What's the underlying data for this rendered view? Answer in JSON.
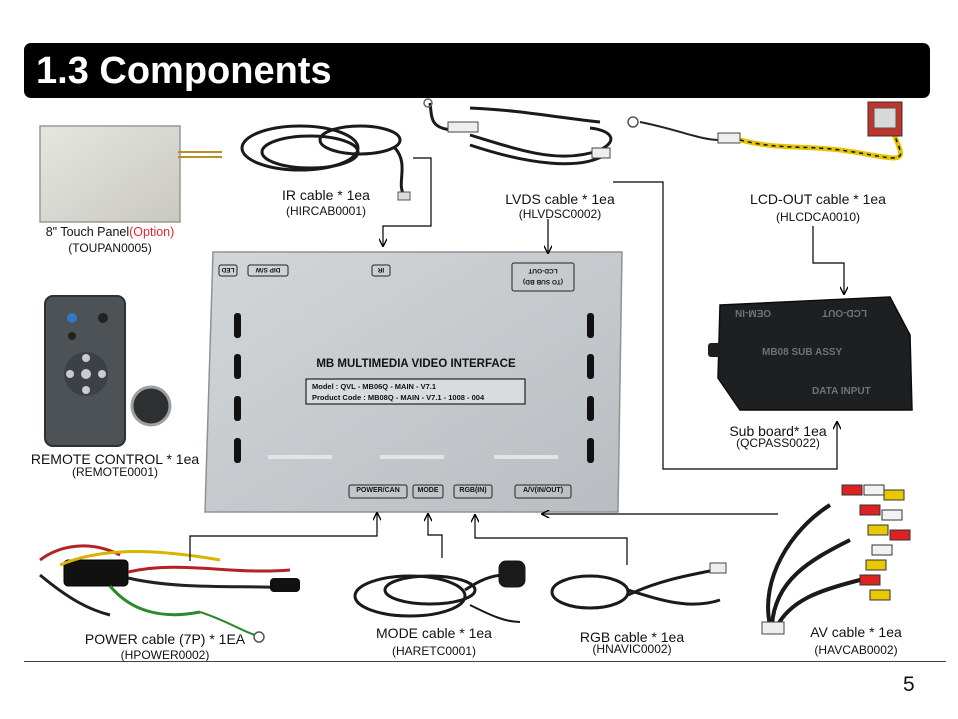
{
  "header": {
    "title": "1.3 Components"
  },
  "main_unit": {
    "name": "MB MULTIMEDIA VIDEO INTERFACE",
    "model": "Model : QVL - MB06Q - MAIN - V7.1",
    "product_code": "Product Code : MB08Q - MAIN - V7.1 - 1008 - 004",
    "port_led": "LED",
    "port_dip": "DIP S/W",
    "port_ir": "IR",
    "port_lcd_out_1": "LCD-OUT",
    "port_lcd_out_2": "(TO SUB BD)",
    "port_power": "POWER/CAN",
    "port_mode": "MODE",
    "port_rgb": "RGB(IN)",
    "port_av": "A/V(IN/OUT)"
  },
  "sub_board": {
    "label_oem": "OEM-IN",
    "label_lcd": "LCD-OUT",
    "label_assy": "MB08 SUB ASSY",
    "label_data": "DATA INPUT"
  },
  "components": {
    "touch_panel": {
      "label": "8\" Touch Panel",
      "option": "(Option)",
      "code": "(TOUPAN0005)"
    },
    "ir_cable": {
      "label": "IR cable * 1ea",
      "code": "(HIRCAB0001)"
    },
    "lvds_cable": {
      "label": "LVDS cable * 1ea",
      "code": "(HLVDSC0002)"
    },
    "lcd_out_cable": {
      "label": "LCD-OUT cable * 1ea",
      "code": "(HLCDCA0010)"
    },
    "remote_control": {
      "label": "REMOTE CONTROL * 1ea",
      "code": "(REMOTE0001)"
    },
    "sub_board_item": {
      "label": "Sub board* 1ea",
      "code": "(QCPASS0022)"
    },
    "power_cable": {
      "label": "POWER cable (7P) * 1EA",
      "code": "(HPOWER0002)"
    },
    "mode_cable": {
      "label": "MODE cable * 1ea",
      "code": "(HARETC0001)"
    },
    "rgb_cable": {
      "label": "RGB cable * 1ea",
      "code": "(HNAVIC0002)"
    },
    "av_cable": {
      "label": "AV cable * 1ea",
      "code": "(HAVCAB0002)"
    }
  },
  "footer": {
    "page_number": "5"
  }
}
